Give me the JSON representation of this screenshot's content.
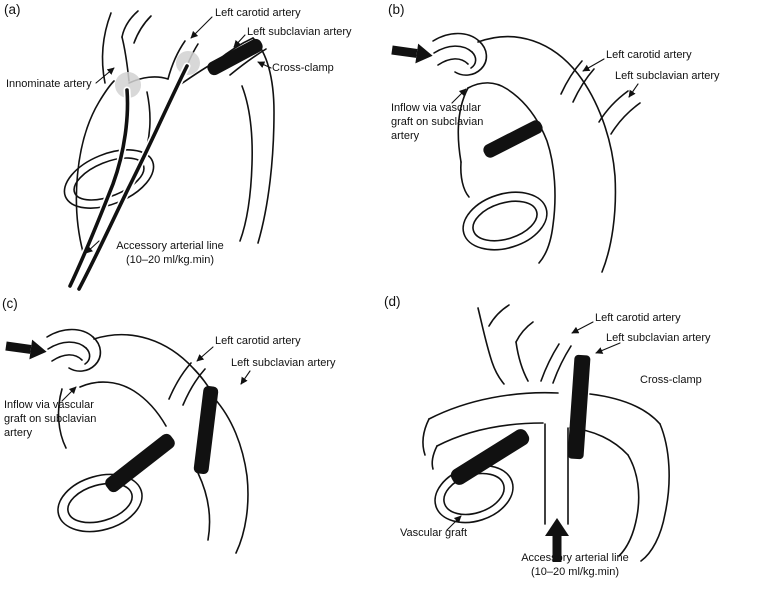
{
  "figure": {
    "background": "#ffffff",
    "ink": "#111111",
    "shade": "#d2d2d2",
    "description": "Four-panel line diagram of aortic arch cannulation strategies"
  },
  "panels": {
    "a": {
      "letter": "(a)",
      "labels": {
        "left_carotid": "Left carotid artery",
        "left_subclavian": "Left subclavian artery",
        "cross_clamp": "Cross-clamp",
        "innominate": "Innominate artery",
        "accessory_line": "Accessory arterial line",
        "accessory_rate": "(10–20 ml/kg.min)"
      }
    },
    "b": {
      "letter": "(b)",
      "labels": {
        "left_carotid": "Left carotid artery",
        "left_subclavian": "Left subclavian artery",
        "inflow": "Inflow via vascular graft on subclavian artery"
      }
    },
    "c": {
      "letter": "(c)",
      "labels": {
        "left_carotid": "Left carotid artery",
        "left_subclavian": "Left subclavian artery",
        "inflow": "Inflow via vascular graft on subclavian artery"
      }
    },
    "d": {
      "letter": "(d)",
      "labels": {
        "left_carotid": "Left carotid artery",
        "left_subclavian": "Left subclavian artery",
        "cross_clamp": "Cross-clamp",
        "vascular_graft": "Vascular graft",
        "accessory_line": "Accessory arterial line",
        "accessory_rate": "(10–20 ml/kg.min)"
      }
    }
  }
}
